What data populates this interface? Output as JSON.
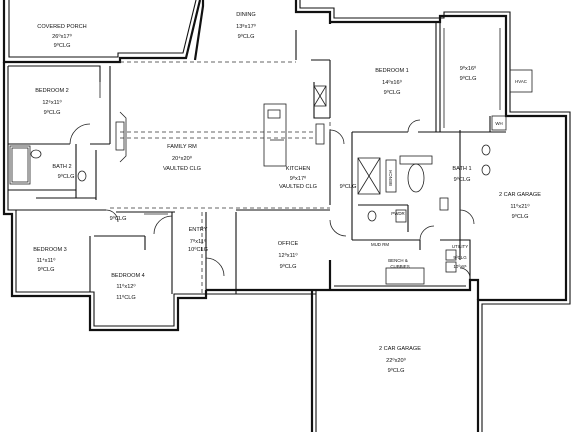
{
  "rooms": {
    "covered_porch": {
      "name": "COVERED PORCH",
      "dims": "26⁰x17⁰",
      "clg": "9⁰CLG"
    },
    "dining": {
      "name": "DINING",
      "dims": "13⁸x17⁰",
      "clg": "9⁰CLG"
    },
    "bedroom_2": {
      "name": "BEDROOM 2",
      "dims": "12⁶x11⁰",
      "clg": "9⁰CLG"
    },
    "family_rm": {
      "name": "FAMILY RM",
      "dims": "20⁴x20⁰",
      "clg": "VAULTED CLG"
    },
    "bedroom_1": {
      "name": "BEDROOM 1",
      "dims": "14⁰x16⁰",
      "clg": "9⁰CLG"
    },
    "closet_1": {
      "dims": "9⁰x16⁰",
      "clg": "9⁰CLG"
    },
    "bath_2": {
      "name": "BATH 2",
      "clg": "9⁰CLG"
    },
    "kitchen": {
      "name": "KITCHEN",
      "dims": "9⁰x17⁰",
      "clg": "VAULTED CLG"
    },
    "hall_kitchen": {
      "clg": "9⁰CLG"
    },
    "bath_1": {
      "name": "BATH 1",
      "clg": "9⁰CLG"
    },
    "garage_2_car_right": {
      "name": "2 CAR GARAGE",
      "dims": "11⁰x21⁰",
      "clg": "9⁰CLG"
    },
    "hall_center": {
      "clg": "9⁰CLG"
    },
    "entry": {
      "name": "ENTRY",
      "dims": "7⁸x11⁶",
      "clg": "10⁰CLG"
    },
    "office": {
      "name": "OFFICE",
      "dims": "12⁰x11⁰",
      "clg": "9⁰CLG"
    },
    "bedroom_3": {
      "name": "BEDROOM 3",
      "dims": "11⁴x11⁰",
      "clg": "9⁰CLG"
    },
    "bedroom_4": {
      "name": "BEDROOM 4",
      "dims": "11⁰x12⁰",
      "clg": "11⁰CLG"
    },
    "pwdr": {
      "name": "PWDR"
    },
    "mud_rm": {
      "name": "MUD RM",
      "line2": "BENCH &",
      "line3": "CUBBIES"
    },
    "utility": {
      "name": "UTILITY",
      "clg": "9⁰CLG",
      "dims": "10⁰x8⁶"
    },
    "garage_2_car_front": {
      "name": "2 CAR GARAGE",
      "dims": "22⁰x20⁰",
      "clg": "9⁰CLG"
    }
  },
  "labels": {
    "hvac": "HVAC",
    "wh": "WH",
    "bench": "BENCH"
  }
}
